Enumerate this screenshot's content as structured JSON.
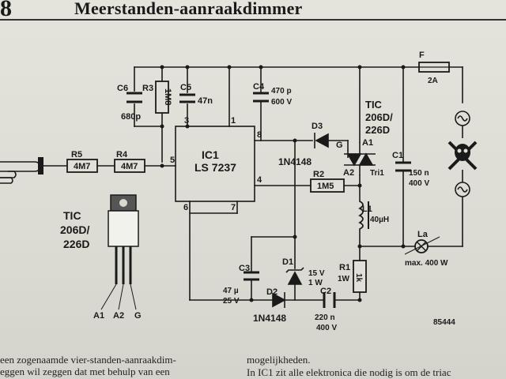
{
  "header": {
    "page_number": "8",
    "title": "Meerstanden-aanraakdimmer"
  },
  "schematic": {
    "ic": {
      "name": "IC1",
      "part": "LS 7237",
      "pins": {
        "p1": "1",
        "p3": "3",
        "p4": "4",
        "p5": "5",
        "p6": "6",
        "p7": "7",
        "p8": "8"
      }
    },
    "components": {
      "c6": {
        "name": "C6",
        "value": "680p"
      },
      "r3": {
        "name": "R3",
        "value": "1M8"
      },
      "c5": {
        "name": "C5",
        "value": "47n"
      },
      "c4": {
        "name": "C4",
        "value1": "470 p",
        "value2": "600 V"
      },
      "r5": {
        "name": "R5",
        "value": "4M7"
      },
      "r4": {
        "name": "R4",
        "value": "4M7"
      },
      "d3": {
        "name": "D3",
        "part": "1N4148"
      },
      "r2": {
        "name": "R2",
        "value": "1M5"
      },
      "l1": {
        "name": "L1",
        "value": "40µH"
      },
      "c3": {
        "name": "C3",
        "value1": "47 µ",
        "value2": "25 V"
      },
      "d1": {
        "name": "D1",
        "value1": "15 V",
        "value2": "1 W"
      },
      "d2": {
        "name": "D2",
        "part": "1N4148"
      },
      "c2": {
        "name": "C2",
        "value1": "220 n",
        "value2": "400 V"
      },
      "r1": {
        "name": "R1",
        "value1": "1W",
        "value2": "1k"
      },
      "c1": {
        "name": "C1",
        "value1": "150 n",
        "value2": "400 V"
      },
      "fuse": {
        "name": "F",
        "value": "2A"
      },
      "lamp": {
        "name": "La",
        "value": "max. 400 W"
      },
      "triac": {
        "line1": "TIC",
        "line2": "206D/",
        "line3": "226D",
        "gate": "G",
        "a1": "A1",
        "a2": "A2",
        "name": "Tri1"
      }
    },
    "package": {
      "line1": "TIC",
      "line2": "206D/",
      "line3": "226D",
      "pin_a1": "A1",
      "pin_a2": "A2",
      "pin_g": "G"
    },
    "figure_number": "85444"
  },
  "body": {
    "left_col": [
      "een zogenaamde vier-standen-aanraakdim-",
      "eggen wil zeggen dat met behulp van een"
    ],
    "right_col": [
      "mogelijkheden.",
      "In IC1 zit alle elektronica die nodig is om de triac"
    ]
  }
}
